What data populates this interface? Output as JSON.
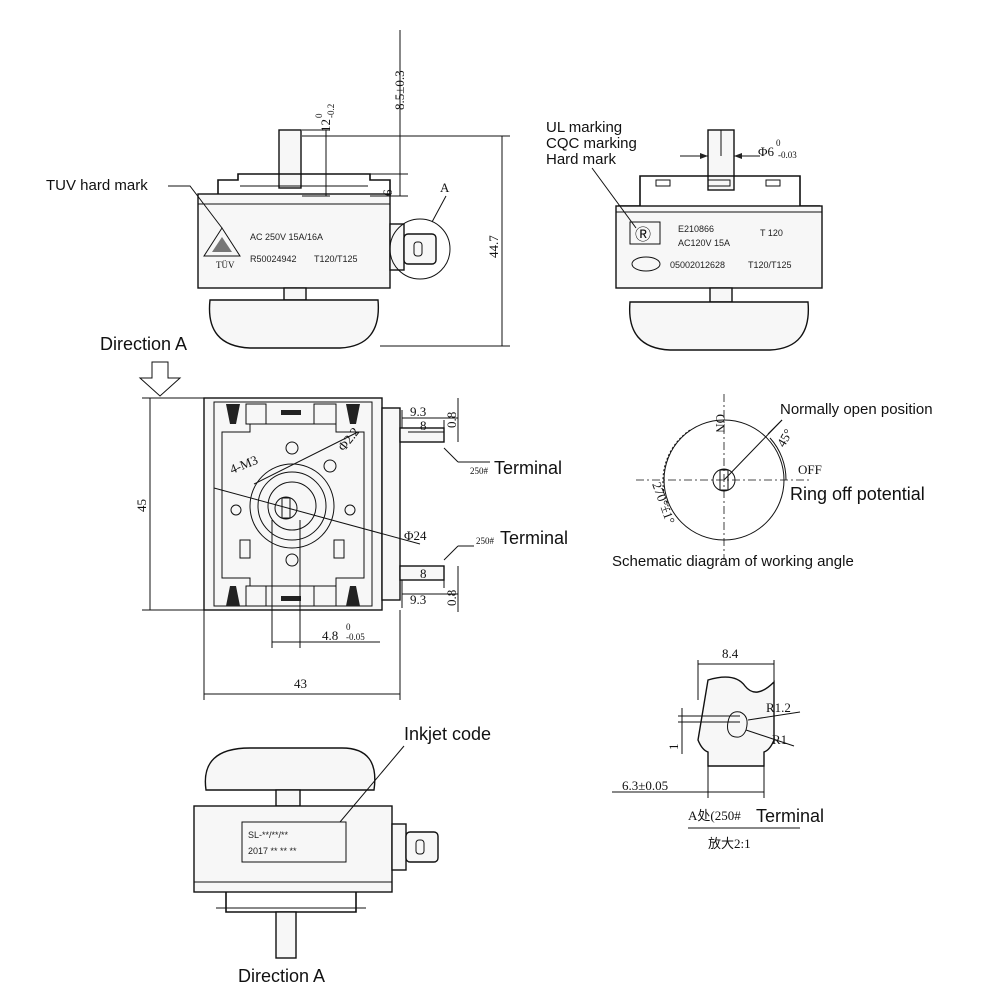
{
  "labels": {
    "tuv_hard_mark": "TUV hard mark",
    "ul_marking": "UL marking",
    "cqc_marking": "CQC marking",
    "hard_mark": "Hard mark",
    "direction_a_top": "Direction A",
    "direction_a_bottom": "Direction A",
    "normally_open": "Normally open position",
    "ring_off": "Ring off potential",
    "schematic": "Schematic diagram of working angle",
    "inkjet_code": "Inkjet code",
    "terminal_top_prefix": "250#",
    "terminal_top": "Terminal",
    "terminal_bottom_prefix": "250#",
    "terminal_bottom": "Terminal",
    "detail_a_prefix": "A处(250#",
    "detail_a_word": "Terminal",
    "scale_note": "放大2:1"
  },
  "front_print": {
    "line1": "AC 250V 15A/16A",
    "line2": "R50024942",
    "line3": "T120/T125",
    "logo_text": "TÜV"
  },
  "side_print": {
    "line1a": "E210866",
    "line1b": "T 120",
    "line2": "AC120V 15A",
    "line3a": "05002012628",
    "line3b": "T120/T125"
  },
  "inkjet_print": {
    "line1": "SL-**/**/**",
    "line2": "2017 ** **  **"
  },
  "dims": {
    "d_8_5": "8.5±0.3",
    "d_12": "12",
    "d_12_sup": "0",
    "d_12_sub": "-0.2",
    "d_6": "6",
    "d_44_7": "44.7",
    "d_A": "A",
    "d_phi6": "Φ6",
    "d_phi6_sup": "0",
    "d_phi6_sub": "-0.03",
    "d_9_3_top": "9.3",
    "d_8_top": "8",
    "d_0_8_top": "0.8",
    "d_9_3_bot": "9.3",
    "d_8_bot": "8",
    "d_0_8_bot": "0.8",
    "d_45": "45",
    "d_43": "43",
    "d_4m3": "4-M3",
    "d_phi2_2": "Φ2.2",
    "d_phi24": "Φ24",
    "d_4_8": "4.8",
    "d_4_8_sup": "0",
    "d_4_8_sub": "-0.05",
    "d_on": "ON",
    "d_off": "OFF",
    "d_45deg": "45°",
    "d_270": "270°±1°",
    "d_8_4": "8.4",
    "d_r1_2": "R1.2",
    "d_r1": "R1",
    "d_1": "1",
    "d_6_3": "6.3±0.05"
  }
}
